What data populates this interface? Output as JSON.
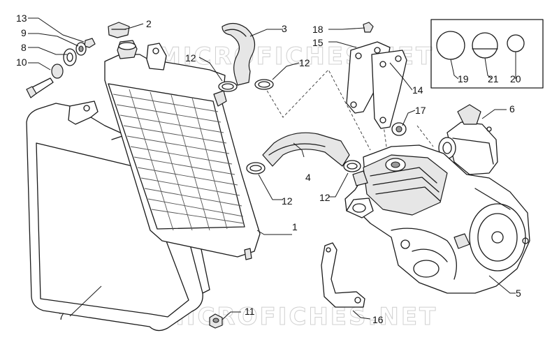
{
  "watermark": "MICROFICHES.NET",
  "callouts": {
    "n1": "1",
    "n2": "2",
    "n3": "3",
    "n4": "4",
    "n5": "5",
    "n6": "6",
    "n7": "7",
    "n8": "8",
    "n9": "9",
    "n10": "10",
    "n11": "11",
    "n12a": "12",
    "n12b": "12",
    "n12c": "12",
    "n12d": "12",
    "n13": "13",
    "n14": "14",
    "n15": "15",
    "n16": "16",
    "n17": "17",
    "n18": "18",
    "n19": "19",
    "n20": "20",
    "n21": "21"
  }
}
